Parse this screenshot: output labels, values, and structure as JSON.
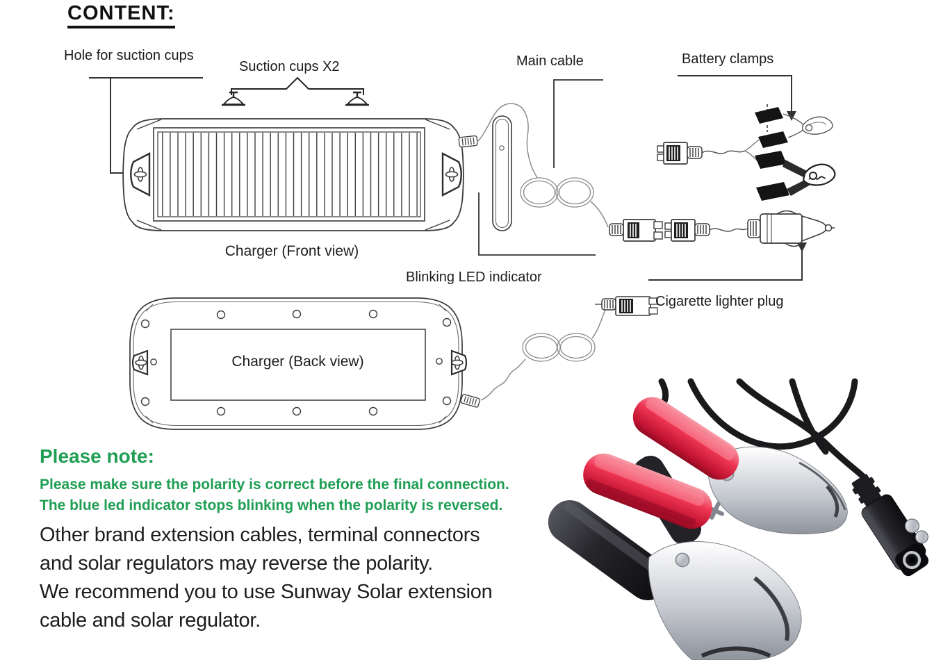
{
  "title": "CONTENT:",
  "diagram_labels": {
    "hole_for_suction_cups": "Hole for suction cups",
    "suction_cups": "Suction cups X2",
    "main_cable": "Main cable",
    "battery_clamps": "Battery clamps",
    "charger_front_view": "Charger (Front view)",
    "blinking_led_indicator": "Blinking LED indicator",
    "cigarette_lighter_plug": "Cigarette lighter plug",
    "charger_back_view": "Charger (Back view)"
  },
  "note": {
    "heading": "Please note:",
    "warning_lines": [
      "Please make sure the polarity is correct before the final connection.",
      "The blue led indicator stops blinking when the polarity is reversed."
    ],
    "body_lines": [
      "Other brand extension cables, terminal connectors",
      "and solar regulators may reverse the polarity.",
      "We recommend you to use Sunway Solar extension",
      "cable and solar regulator."
    ]
  },
  "colors": {
    "note_green": "#1f9e54",
    "text_black": "#1d1d1d",
    "diagram_line": "#3a3a3a",
    "clamp_red": "#e02744",
    "clamp_black": "#1a1a1c"
  }
}
